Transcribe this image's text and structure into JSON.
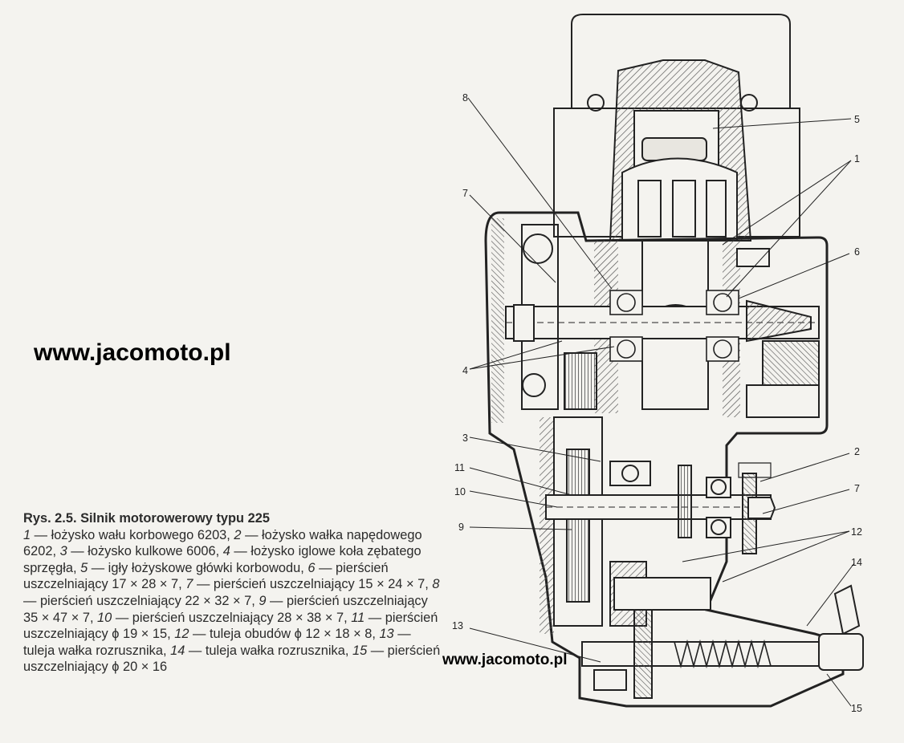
{
  "watermarks": [
    "www.jacomoto.pl",
    "www.jacomoto.pl"
  ],
  "caption": {
    "title": "Rys. 2.5. Silnik motorowerowy typu 225",
    "items": [
      {
        "n": "1",
        "text": "łożysko wału korbowego 6203"
      },
      {
        "n": "2",
        "text": "łożysko wałka napędowego 6202"
      },
      {
        "n": "3",
        "text": "łożysko kulkowe 6006"
      },
      {
        "n": "4",
        "text": "łożysko iglowe koła zębatego sprzęgła"
      },
      {
        "n": "5",
        "text": "igły łożyskowe główki korbowodu"
      },
      {
        "n": "6",
        "text": "pierścień uszczelniający 17 × 28 × 7"
      },
      {
        "n": "7",
        "text": "pierścień uszczelniający 15 × 24 × 7"
      },
      {
        "n": "8",
        "text": "pierścień uszczelniający 22 × 32 × 7"
      },
      {
        "n": "9",
        "text": "pierścień uszczelniający 35 × 47 × 7"
      },
      {
        "n": "10",
        "text": "pierścień uszczelniający 28 × 38 × 7"
      },
      {
        "n": "11",
        "text": "pierścień uszczelniający ϕ 19 × 15"
      },
      {
        "n": "12",
        "text": "tuleja obudów ϕ 12 × 18 × 8"
      },
      {
        "n": "13",
        "text": "tuleja wałka rozrusznika"
      },
      {
        "n": "14",
        "text": "tuleja wałka rozrusznika"
      },
      {
        "n": "15",
        "text": "pierścień uszczelniający ϕ 20 × 16"
      }
    ]
  },
  "callouts": [
    "8",
    "5",
    "1",
    "7",
    "6",
    "4",
    "3",
    "2",
    "11",
    "10",
    "7",
    "9",
    "12",
    "14",
    "13",
    "15"
  ]
}
